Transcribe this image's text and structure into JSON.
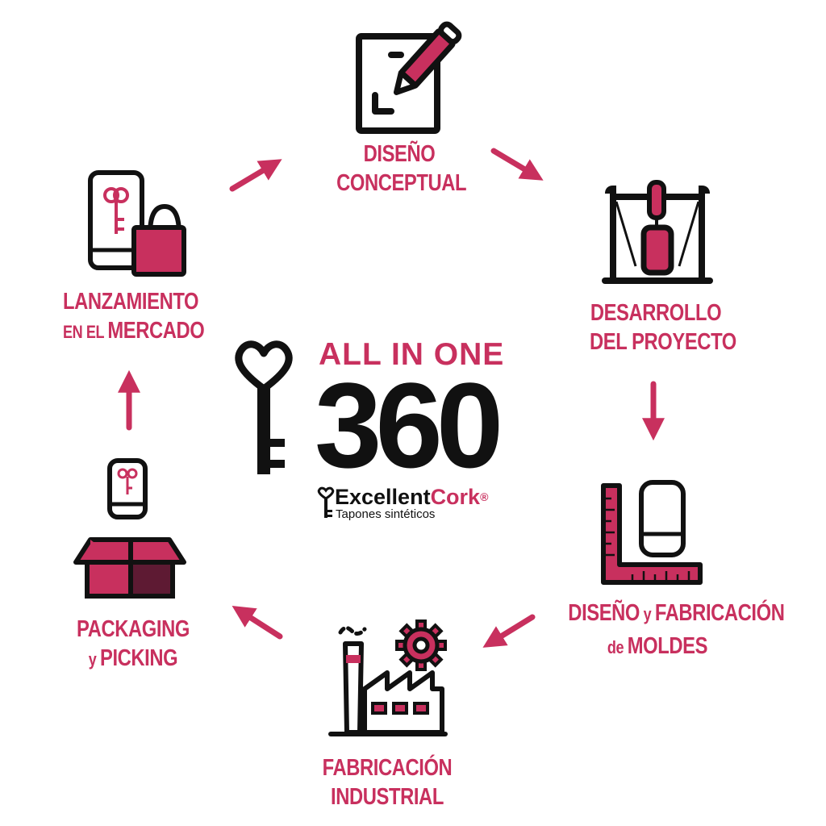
{
  "colors": {
    "accent": "#c8305e",
    "dark_accent": "#5e1a33",
    "ink": "#111111"
  },
  "center": {
    "title": "ALL IN ONE",
    "number": "360",
    "brand_part1": "Excellent",
    "brand_part2": "Cork",
    "registered_mark": "®",
    "tagline": "Tapones sintéticos"
  },
  "steps": [
    {
      "id": "diseno-conceptual",
      "line1": "DISEÑO",
      "line2": "CONCEPTUAL",
      "icon": "notepad-pencil-icon"
    },
    {
      "id": "desarrollo-proyecto",
      "line1": "DESARROLLO",
      "line2": "DEL PROYECTO",
      "icon": "blueprint-icon"
    },
    {
      "id": "moldes",
      "line1_big_a": "DISEÑO",
      "line1_small": " y ",
      "line1_big_b": "FABRICACIÓN",
      "line2_small": "de ",
      "line2_big": "MOLDES",
      "icon": "mold-ruler-icon"
    },
    {
      "id": "fabricacion-industrial",
      "line1": "FABRICACIÓN",
      "line2": "INDUSTRIAL",
      "icon": "factory-gear-icon"
    },
    {
      "id": "packaging",
      "line1": "PACKAGING",
      "line2_small": "y ",
      "line2_big": "PICKING",
      "icon": "box-stopper-icon"
    },
    {
      "id": "lanzamiento",
      "line1": "LANZAMIENTO",
      "line2_small": "EN EL ",
      "line2_big": "MERCADO",
      "icon": "phone-shopping-bag-icon"
    }
  ]
}
